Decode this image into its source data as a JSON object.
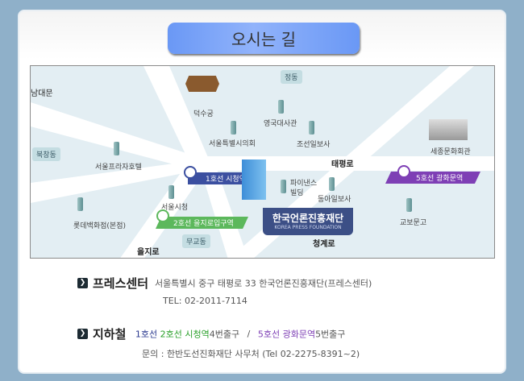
{
  "title": "오시는 길",
  "map": {
    "areas": {
      "jeongdong": "정동",
      "bukchangdong": "북창동",
      "mugyodong": "무교동"
    },
    "roads": {
      "taepyeongro": "태평로",
      "euljiro": "을지로",
      "cheonggyero": "청계로"
    },
    "landmarks": {
      "namdaemun": "남대문",
      "deoksugung": "덕수궁",
      "uk_embassy": "영국대사관",
      "city_council": "서울특별시의회",
      "chosun_ilbo": "조선일보사",
      "sejong_center": "세종문화회관",
      "plaza_hotel": "서울프라자호텔",
      "city_hall": "서울시청",
      "lotte": "롯데백화점(본점)",
      "finance_building": "파이낸스\n빌딩",
      "donga_ilbo": "동아일보사",
      "kyobo": "교보문고"
    },
    "stations": {
      "line1": "1호선 시청역",
      "line2": "2호선 을지로입구역",
      "line5": "5호선 광화문역"
    },
    "kpf": {
      "name": "한국언론진흥재단",
      "english": "KOREA PRESS FOUNDATION"
    },
    "colors": {
      "line1": "#3b4fa0",
      "line2": "#5cb85c",
      "line5": "#7e3fb5"
    }
  },
  "press_center": {
    "heading": "프레스센터",
    "address": "서울특별시 중구 태평로 33 한국언론진흥재단(프레스센터)",
    "tel": "TEL: 02-2011-7114"
  },
  "subway": {
    "heading": "지하철",
    "line1": "1호선",
    "line2_station": "2호선 시청역",
    "exit4": "4번출구",
    "sep": "/",
    "line5_station": "5호선 광화문역",
    "exit5": "5번출구",
    "inquiry": "문의 : 한반도선진화재단 사무처 (Tel 02-2275-8391~2)"
  }
}
